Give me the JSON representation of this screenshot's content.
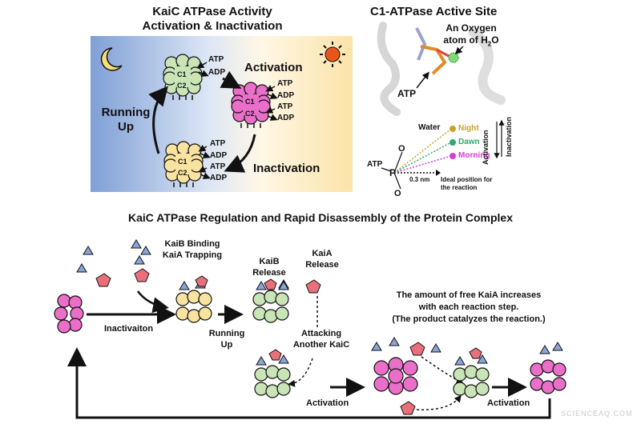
{
  "top_left": {
    "title_line1": "KaiC ATPase Activity",
    "title_line2": "Activation & Inactivation",
    "label_activation": "Activation",
    "label_inactivation": "Inactivation",
    "label_running": "Running",
    "label_up": "Up",
    "atp": "ATP",
    "adp": "ADP",
    "c1": "C1",
    "c2": "C2"
  },
  "top_right": {
    "title": "C1-ATPase Active Site",
    "oxygen_line1": "An Oxygen",
    "oxygen_line2": "atom of H",
    "oxygen_sub": "2",
    "oxygen_end": "O",
    "atp_label": "ATP",
    "water": "Water",
    "night": "Night",
    "dawn": "Dawn",
    "morning": "Morning",
    "activation": "Activation",
    "inactivation": "Inactivation",
    "distance": "0.3 nm",
    "ideal_line1": "Ideal position for",
    "ideal_line2": "the reaction",
    "o_label": "O",
    "p_label": "P",
    "atp_bond": "ATP"
  },
  "bottom": {
    "title": "KaiC ATPase Regulation and Rapid Disassembly of the Protein Complex",
    "kaib_binding": "KaiB Binding",
    "kaia_trapping": "KaiA Trapping",
    "kaib_release_1": "KaiB",
    "kaib_release_2": "Release",
    "kaia_release_1": "KaiA",
    "kaia_release_2": "Release",
    "inactivation": "Inactivaiton",
    "running": "Running",
    "up": "Up",
    "attacking_1": "Attacking",
    "attacking_2": "Another KaiC",
    "activation_1": "Activation",
    "activation_2": "Activation",
    "note_1": "The amount of free KaiA increases",
    "note_2": "with each reaction step.",
    "note_3": "(The product catalyzes the reaction.)"
  },
  "watermark": "SCIENCEAQ.COM",
  "colors": {
    "night_blue": "#7f9fd6",
    "sunset_yellow": "#fbe7b5",
    "green_kaic": "#c9e4b6",
    "pink_kaic": "#e96fc8",
    "yellow_kaic": "#f9e3a0",
    "kaib_blue": "#8aa6d9",
    "kaia_red": "#e8707a",
    "night_dot": "#c9a227",
    "dawn_dot": "#2daa6e",
    "morning_dot": "#d93ad9"
  }
}
